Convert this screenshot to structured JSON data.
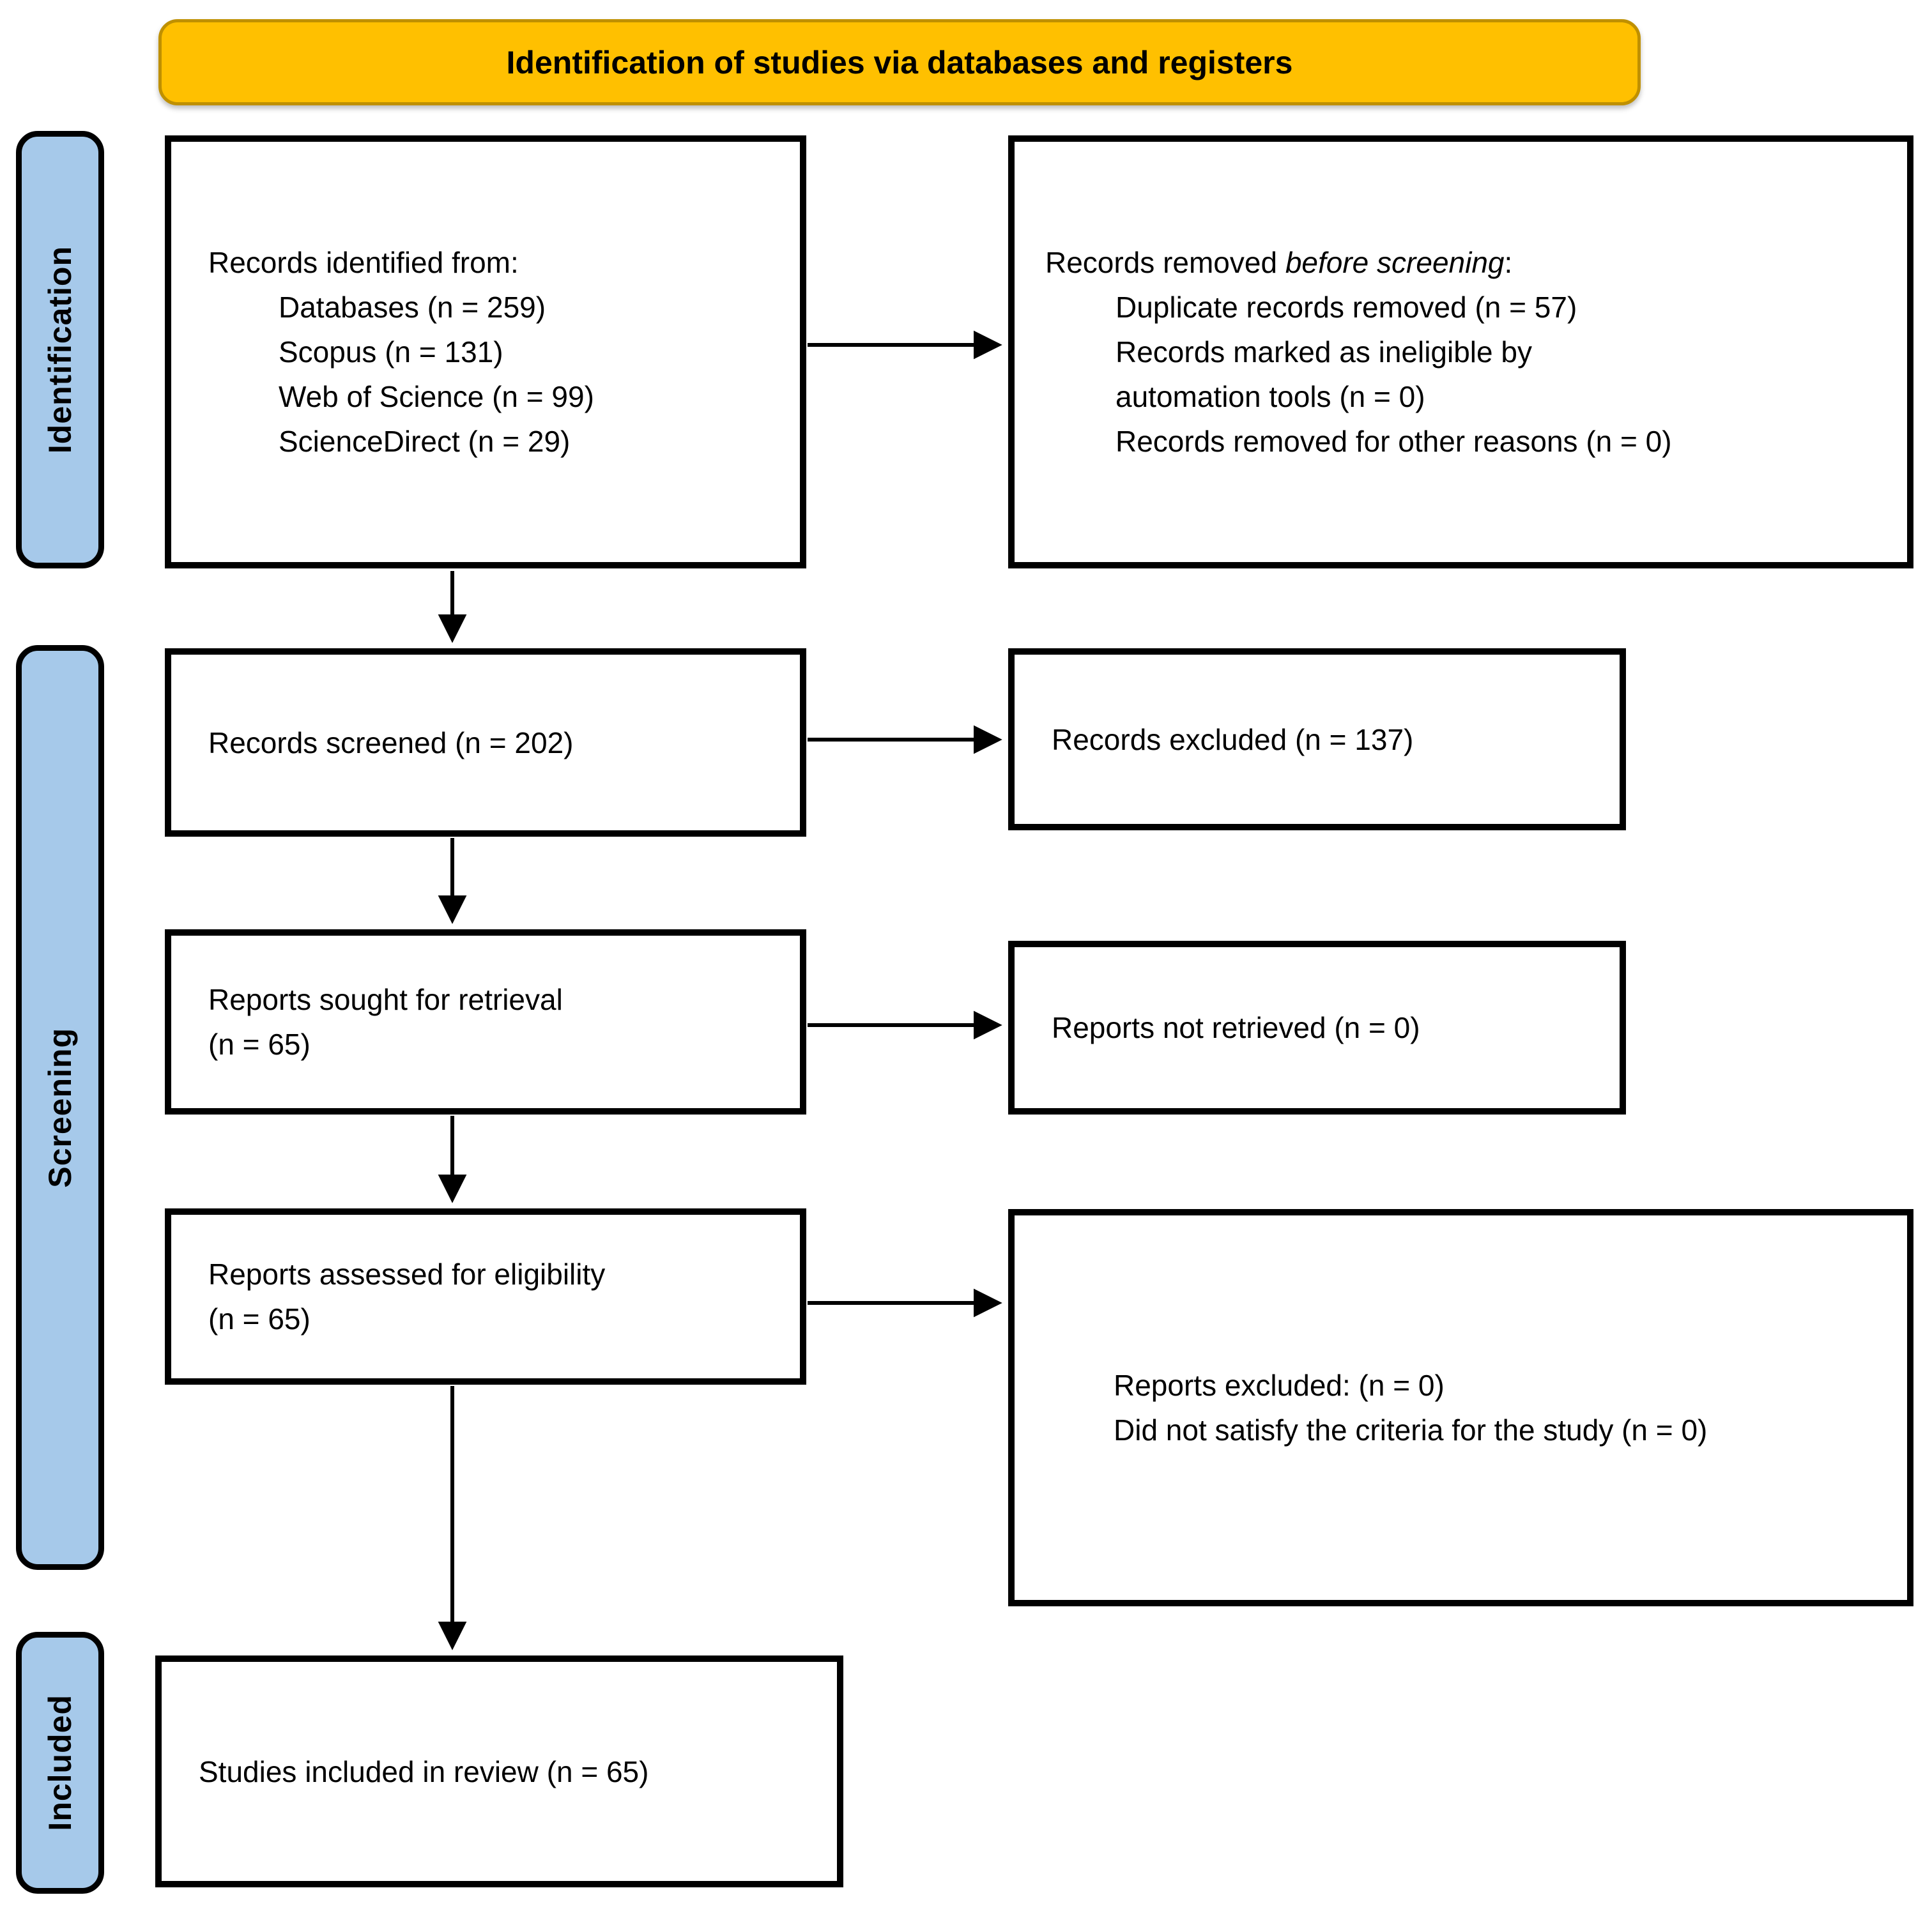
{
  "banner": {
    "title": "Identification of studies via databases and registers"
  },
  "side_labels": {
    "identification": "Identification",
    "screening": "Screening",
    "included": "Included"
  },
  "colors": {
    "banner_bg": "#FFC000",
    "banner_border": "#BF9000",
    "label_bg": "#A6C9EA",
    "box_border": "#000000",
    "box_bg": "#FFFFFF"
  },
  "boxes": {
    "records_identified": {
      "heading": "Records identified from:",
      "items": [
        "Databases (n = 259)",
        "Scopus (n = 131)",
        "Web of Science (n = 99)",
        "ScienceDirect (n = 29)"
      ]
    },
    "records_removed": {
      "heading_prefix": "Records removed ",
      "heading_italic": "before screening",
      "heading_suffix": ":",
      "item_lines": [
        "Duplicate records removed (n = 57)",
        "Records marked as ineligible by",
        "automation tools (n = 0)",
        "Records removed for other reasons (n = 0)"
      ]
    },
    "records_screened": {
      "text": "Records screened (n = 202)"
    },
    "records_excluded": {
      "text": "Records excluded (n = 137)"
    },
    "reports_sought": {
      "lines": [
        "Reports sought for retrieval",
        "(n = 65)"
      ]
    },
    "reports_not_retrieved": {
      "text": "Reports not retrieved (n = 0)"
    },
    "reports_assessed": {
      "lines": [
        "Reports assessed for eligibility",
        "(n = 65)"
      ]
    },
    "reports_excluded": {
      "lines": [
        "Reports excluded: (n = 0)",
        "Did not satisfy the criteria for the study (n = 0)"
      ]
    },
    "studies_included": {
      "text": "Studies included in review (n = 65)"
    }
  }
}
